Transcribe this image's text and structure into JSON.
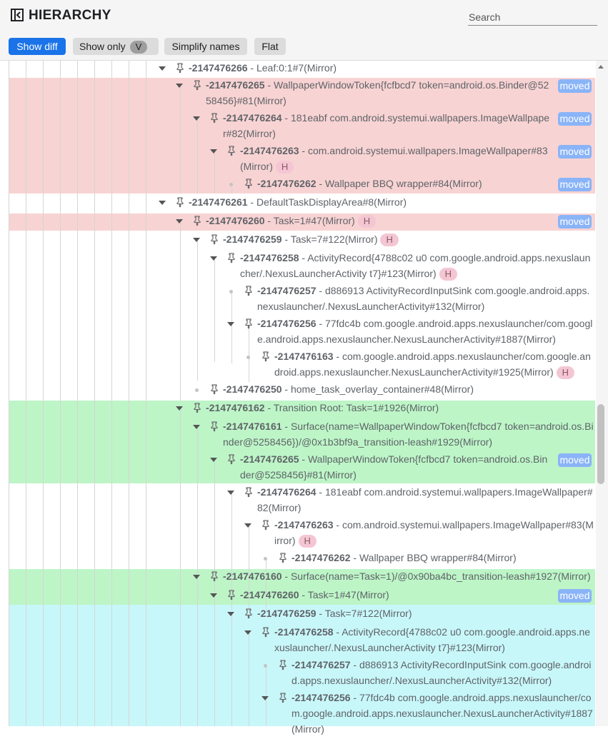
{
  "header": {
    "title": "HIERARCHY",
    "search_placeholder": "Search"
  },
  "toolbar": {
    "show_diff": "Show diff",
    "show_only": "Show only",
    "show_only_chip": "V",
    "simplify_names": "Simplify names",
    "flat": "Flat"
  },
  "badges": {
    "moved": "moved",
    "hidden": "H"
  },
  "colors": {
    "removed": "#f8d3d3",
    "added": "#bdf5c7",
    "modified": "#c8f7fa",
    "accent": "#1a73e8",
    "moved_badge": "#8ab4f8"
  },
  "tree": [
    {
      "id": "-2147476266",
      "desc": "Leaf:0:1#7(Mirror)",
      "depth": 0,
      "node": "arrow",
      "hidden": false,
      "moved": false
    },
    {
      "id": "-2147476265",
      "desc": "WallpaperWindowToken{fcfbcd7 token=android.os.Binder@5258456}#81(Mirror)",
      "depth": 1,
      "node": "arrow",
      "hidden": false,
      "moved": true
    },
    {
      "id": "-2147476264",
      "desc": "181eabf com.android.systemui.wallpapers.ImageWallpaper#82(Mirror)",
      "depth": 2,
      "node": "arrow",
      "hidden": false,
      "moved": true
    },
    {
      "id": "-2147476263",
      "desc": "com.android.systemui.wallpapers.ImageWallpaper#83(Mirror)",
      "depth": 3,
      "node": "arrow",
      "hidden": true,
      "moved": true
    },
    {
      "id": "-2147476262",
      "desc": "Wallpaper BBQ wrapper#84(Mirror)",
      "depth": 4,
      "node": "dot",
      "hidden": false,
      "moved": true
    },
    {
      "id": "-2147476261",
      "desc": "DefaultTaskDisplayArea#8(Mirror)",
      "depth": 0,
      "node": "arrow",
      "hidden": false,
      "moved": false
    },
    {
      "id": "-2147476260",
      "desc": "Task=1#47(Mirror)",
      "depth": 1,
      "node": "arrow",
      "hidden": true,
      "moved": true
    },
    {
      "id": "-2147476259",
      "desc": "Task=7#122(Mirror)",
      "depth": 2,
      "node": "arrow",
      "hidden": true,
      "moved": false
    },
    {
      "id": "-2147476258",
      "desc": "ActivityRecord{4788c02 u0 com.google.android.apps.nexuslauncher/.NexusLauncherActivity t7}#123(Mirror)",
      "depth": 3,
      "node": "arrow",
      "hidden": true,
      "moved": false
    },
    {
      "id": "-2147476257",
      "desc": "d886913 ActivityRecordInputSink com.google.android.apps.nexuslauncher/.NexusLauncherActivity#132(Mirror)",
      "depth": 4,
      "node": "dot",
      "hidden": false,
      "moved": false
    },
    {
      "id": "-2147476256",
      "desc": "77fdc4b com.google.android.apps.nexuslauncher/com.google.android.apps.nexuslauncher.NexusLauncherActivity#1887(Mirror)",
      "depth": 4,
      "node": "arrow",
      "hidden": false,
      "moved": false
    },
    {
      "id": "-2147476163",
      "desc": "com.google.android.apps.nexuslauncher/com.google.android.apps.nexuslauncher.NexusLauncherActivity#1925(Mirror)",
      "depth": 5,
      "node": "dot",
      "hidden": true,
      "moved": false
    },
    {
      "id": "-2147476250",
      "desc": "home_task_overlay_container#48(Mirror)",
      "depth": 2,
      "node": "dot",
      "hidden": false,
      "moved": false
    },
    {
      "id": "-2147476162",
      "desc": "Transition Root: Task=1#1926(Mirror)",
      "depth": 1,
      "node": "arrow",
      "hidden": false,
      "moved": false
    },
    {
      "id": "-2147476161",
      "desc": "Surface(name=WallpaperWindowToken{fcfbcd7 token=android.os.Binder@5258456})/@0x1b3bf9a_transition-leash#1929(Mirror)",
      "depth": 2,
      "node": "arrow",
      "hidden": false,
      "moved": false
    },
    {
      "id": "-2147476265",
      "desc": "WallpaperWindowToken{fcfbcd7 token=android.os.Binder@5258456}#81(Mirror)",
      "depth": 3,
      "node": "arrow",
      "hidden": false,
      "moved": true
    },
    {
      "id": "-2147476264",
      "desc": "181eabf com.android.systemui.wallpapers.ImageWallpaper#82(Mirror)",
      "depth": 4,
      "node": "arrow",
      "hidden": false,
      "moved": false
    },
    {
      "id": "-2147476263",
      "desc": "com.android.systemui.wallpapers.ImageWallpaper#83(Mirror)",
      "depth": 5,
      "node": "arrow",
      "hidden": true,
      "moved": false
    },
    {
      "id": "-2147476262",
      "desc": "Wallpaper BBQ wrapper#84(Mirror)",
      "depth": 6,
      "node": "dot",
      "hidden": false,
      "moved": false
    },
    {
      "id": "-2147476160",
      "desc": "Surface(name=Task=1)/@0x90ba4bc_transition-leash#1927(Mirror)",
      "depth": 2,
      "node": "arrow",
      "hidden": false,
      "moved": false
    },
    {
      "id": "-2147476260",
      "desc": "Task=1#47(Mirror)",
      "depth": 3,
      "node": "arrow",
      "hidden": false,
      "moved": true
    },
    {
      "id": "-2147476259",
      "desc": "Task=7#122(Mirror)",
      "depth": 4,
      "node": "arrow",
      "hidden": false,
      "moved": false
    },
    {
      "id": "-2147476258",
      "desc": "ActivityRecord{4788c02 u0 com.google.android.apps.nexuslauncher/.NexusLauncherActivity t7}#123(Mirror)",
      "depth": 5,
      "node": "arrow",
      "hidden": false,
      "moved": false
    },
    {
      "id": "-2147476257",
      "desc": "d886913 ActivityRecordInputSink com.google.android.apps.nexuslauncher/.NexusLauncherActivity#132(Mirror)",
      "depth": 6,
      "node": "dot",
      "hidden": false,
      "moved": false
    },
    {
      "id": "-2147476256",
      "desc": "77fdc4b com.google.android.apps.nexuslauncher/com.google.android.apps.nexuslauncher.NexusLauncherActivity#1887(Mirror)",
      "depth": 6,
      "node": "arrow",
      "hidden": false,
      "moved": false
    }
  ]
}
